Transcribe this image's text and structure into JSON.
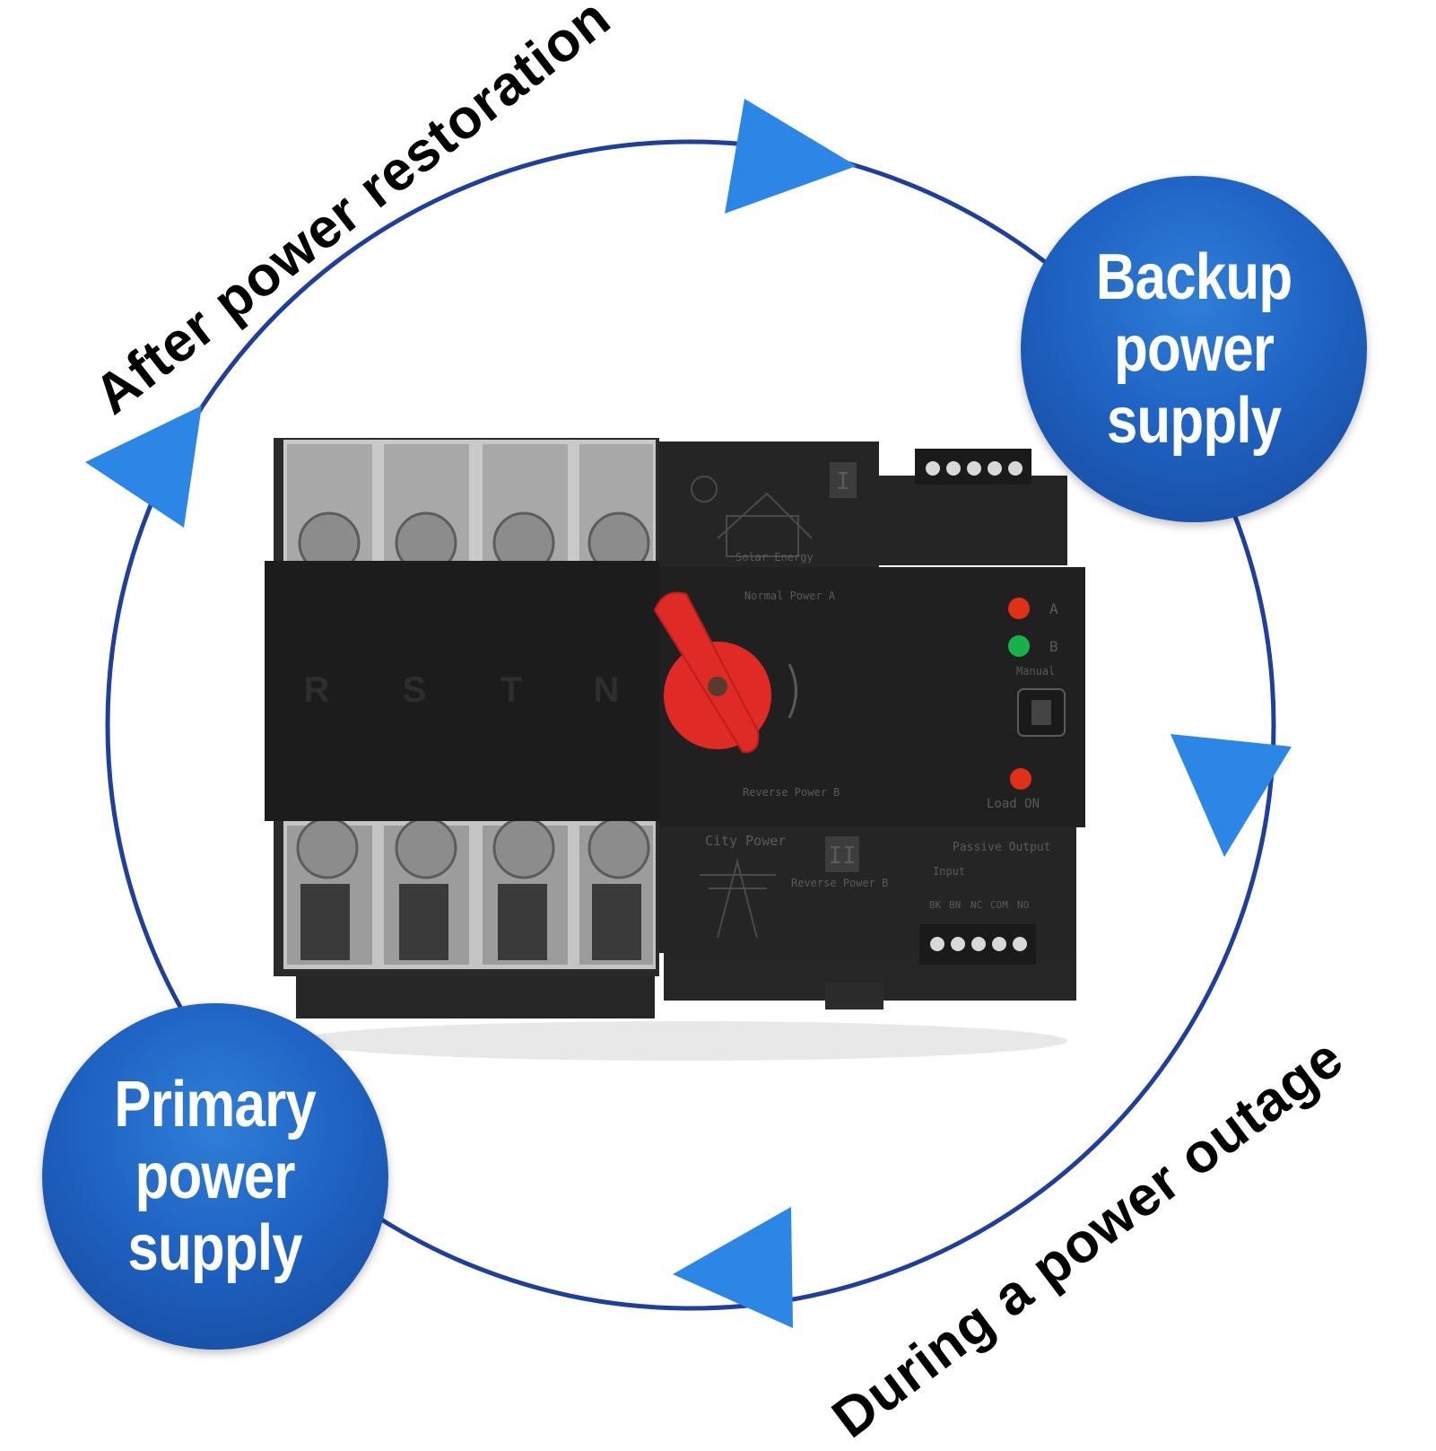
{
  "cycle": {
    "after_label": "After power restoration",
    "during_label": "During a power outage"
  },
  "bubbles": {
    "backup": "Backup\npower\nsupply",
    "primary": "Primary\npower\nsupply"
  },
  "device": {
    "phase_labels": [
      "R",
      "S",
      "T",
      "N"
    ],
    "roman_top": "I",
    "roman_bottom": "II",
    "normal_power_a": "Normal Power A",
    "reverse_power_b": "Reverse Power B",
    "reverse_power_b2": "Reverse Power B",
    "city_power": "City Power",
    "solar_energy": "Solar Energy",
    "indicator_a": "A",
    "indicator_b": "B",
    "manual_label": "Manual",
    "load_on": "Load ON",
    "passive_output": "Passive Output",
    "input_label": "Input",
    "terminal_labels": [
      "BK",
      "BN",
      "NC",
      "COM",
      "NO"
    ]
  },
  "colors": {
    "circle_stroke": "#1f3f9f",
    "arrow": "#2b86e6",
    "bubble": "#1f63c4",
    "device_body": "#232323",
    "handle": "#e02a26",
    "led_red": "#e03018",
    "led_green": "#18b04a"
  },
  "icons": [
    "arrow-icon",
    "solar-house-icon",
    "power-tower-icon",
    "rotation-arrow-icon"
  ]
}
